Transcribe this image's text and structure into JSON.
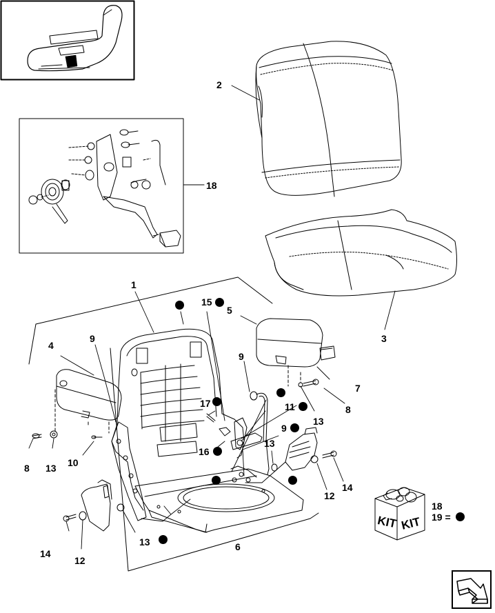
{
  "diagram": {
    "callouts": [
      {
        "id": "c1",
        "text": "1"
      },
      {
        "id": "c2",
        "text": "2"
      },
      {
        "id": "c3",
        "text": "3"
      },
      {
        "id": "c4",
        "text": "4"
      },
      {
        "id": "c5",
        "text": "5"
      },
      {
        "id": "c6",
        "text": "6"
      },
      {
        "id": "c7",
        "text": "7"
      },
      {
        "id": "c8a",
        "text": "8"
      },
      {
        "id": "c8b",
        "text": "8"
      },
      {
        "id": "c9a",
        "text": "9"
      },
      {
        "id": "c9b",
        "text": "9"
      },
      {
        "id": "c9c",
        "text": "9"
      },
      {
        "id": "c10",
        "text": "10"
      },
      {
        "id": "c11",
        "text": "11"
      },
      {
        "id": "c12a",
        "text": "12"
      },
      {
        "id": "c12b",
        "text": "12"
      },
      {
        "id": "c13a",
        "text": "13"
      },
      {
        "id": "c13b",
        "text": "13"
      },
      {
        "id": "c13c",
        "text": "13"
      },
      {
        "id": "c13d",
        "text": "13"
      },
      {
        "id": "c14a",
        "text": "14"
      },
      {
        "id": "c14b",
        "text": "14"
      },
      {
        "id": "c15",
        "text": "15"
      },
      {
        "id": "c16",
        "text": "16"
      },
      {
        "id": "c17",
        "text": "17"
      },
      {
        "id": "c18",
        "text": "18"
      }
    ],
    "kit": {
      "word_left": "KIT",
      "word_right": "KIT",
      "legend_item": "18",
      "legend_item2": "19 ="
    },
    "icons": {
      "nav_arrow": "next-page-arrow-icon",
      "thumbnail": "seat-overview-thumbnail"
    }
  }
}
